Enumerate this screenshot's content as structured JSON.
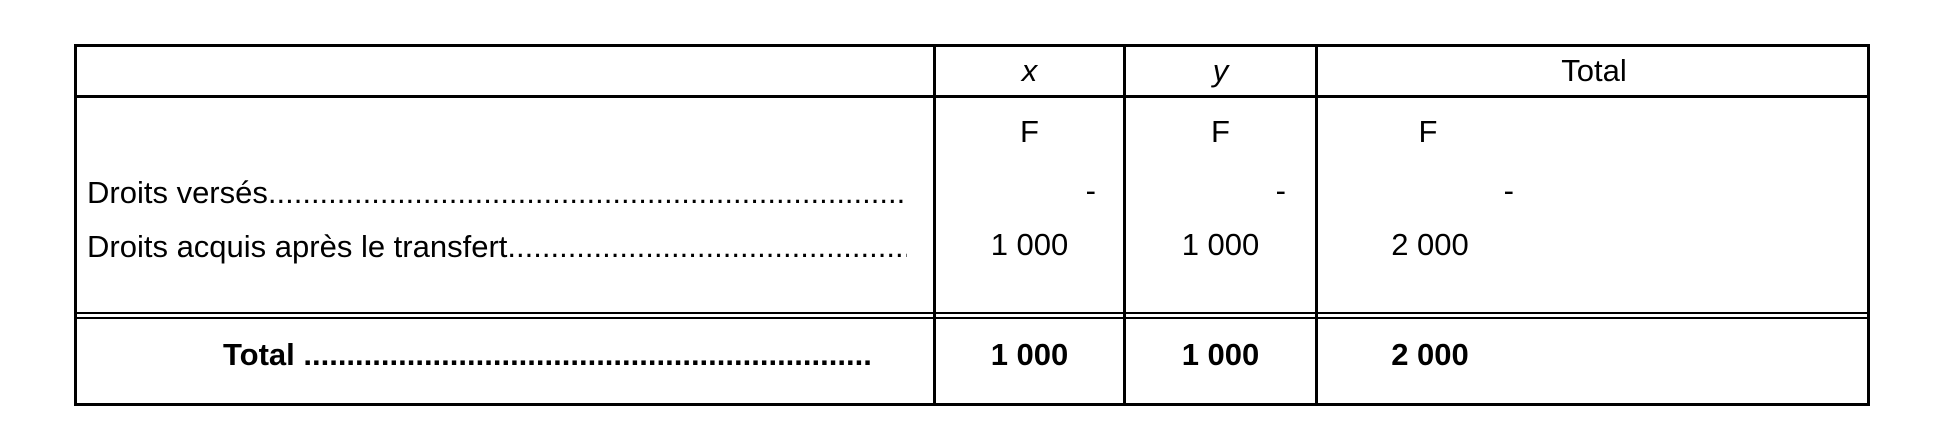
{
  "header": {
    "col_x": "x",
    "col_y": "y",
    "col_total": "Total"
  },
  "units": {
    "x": "F",
    "y": "F",
    "total": "F"
  },
  "rows": [
    {
      "label": "Droits versés",
      "dots": "..........................................................................",
      "x": "-",
      "y": "-",
      "total": "-"
    },
    {
      "label": "Droits acquis après le transfert",
      "dots": "...............................................",
      "x": "1 000",
      "y": "1 000",
      "total": "2 000"
    }
  ],
  "total_row": {
    "label": "Total",
    "dots": " ..................................................................",
    "x": "1 000",
    "y": "1 000",
    "total": "2 000"
  }
}
